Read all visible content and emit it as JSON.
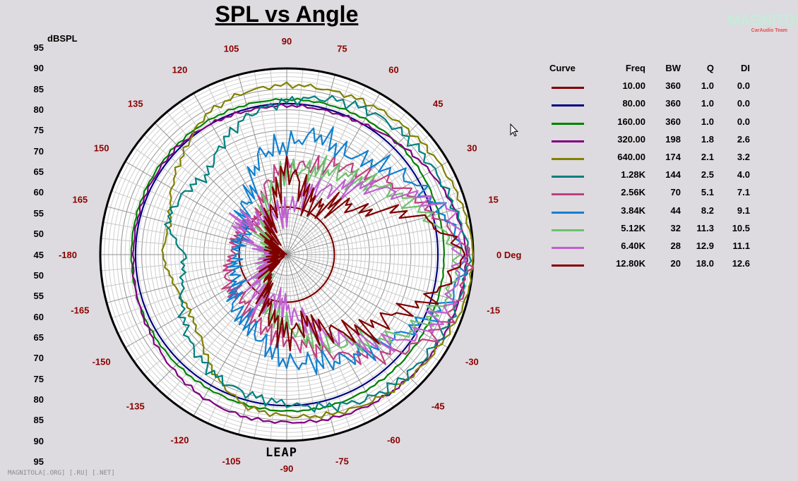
{
  "chart_data": {
    "type": "polar-line",
    "title": "SPL vs Angle",
    "radial_label": "dBSPL",
    "radial_range": [
      45,
      90
    ],
    "radial_ticks": [
      95,
      90,
      85,
      80,
      75,
      70,
      65,
      60,
      55,
      50,
      45,
      50,
      55,
      60,
      65,
      70,
      75,
      80,
      85,
      90,
      95
    ],
    "angle_labels": [
      "0 Deg",
      "15",
      "30",
      "45",
      "60",
      "75",
      "90",
      "105",
      "120",
      "135",
      "150",
      "165",
      "-180",
      "-165",
      "-150",
      "-135",
      "-120",
      "-105",
      "-90",
      "-75",
      "-60",
      "-45",
      "-30",
      "-15"
    ],
    "angles_deg": [
      0,
      15,
      30,
      45,
      60,
      75,
      90,
      105,
      120,
      135,
      150,
      165,
      180,
      -165,
      -150,
      -135,
      -120,
      -105,
      -90,
      -75,
      -60,
      -45,
      -30,
      -15
    ],
    "grid": true,
    "legend_position": "right",
    "legend_headers": {
      "curve": "Curve",
      "freq": "Freq",
      "bw": "BW",
      "q": "Q",
      "di": "DI"
    },
    "series": [
      {
        "freq": "10.00",
        "bw": "360",
        "q": "1.0",
        "di": "0.0",
        "color": "#800000",
        "values": [
          56.5,
          56.5,
          56.5,
          56.5,
          56.5,
          56.5,
          56.5,
          56.5,
          56.5,
          56.5,
          56.5,
          56.5,
          56.5,
          56.5,
          56.5,
          56.5,
          56.5,
          56.5,
          56.5,
          56.5,
          56.5,
          56.5,
          56.5,
          56.5
        ]
      },
      {
        "freq": "80.00",
        "bw": "360",
        "q": "1.0",
        "di": "0.0",
        "color": "#000080",
        "values": [
          81.5,
          81.5,
          81.5,
          81.5,
          81.5,
          81.5,
          81.5,
          81.5,
          81.5,
          81.5,
          81.5,
          81.5,
          81.5,
          81.5,
          81.5,
          81.5,
          81.5,
          81.5,
          81.5,
          81.5,
          81.5,
          81.5,
          81.5,
          81.5
        ]
      },
      {
        "freq": "160.00",
        "bw": "360",
        "q": "1.0",
        "di": "0.0",
        "color": "#008000",
        "values": [
          83,
          83,
          83,
          83,
          82.8,
          82.6,
          82.5,
          82.5,
          82.5,
          82.5,
          82.5,
          82.5,
          82.5,
          82.5,
          82.5,
          82.5,
          82.5,
          82.6,
          82.8,
          83,
          83,
          83,
          83,
          83
        ]
      },
      {
        "freq": "320.00",
        "bw": "198",
        "q": "1.8",
        "di": "2.6",
        "color": "#800080",
        "values": [
          88.5,
          87,
          85,
          83,
          81.5,
          81,
          81,
          81,
          81.5,
          82,
          82,
          82,
          82,
          82.5,
          83,
          84,
          85,
          85.5,
          85.5,
          86,
          86.5,
          87,
          87.5,
          88
        ]
      },
      {
        "freq": "640.00",
        "bw": "174",
        "q": "2.1",
        "di": "3.2",
        "color": "#808000",
        "values": [
          90,
          89,
          88,
          87,
          86.5,
          86,
          86,
          85.5,
          84,
          80,
          77,
          74,
          75,
          73,
          72,
          74,
          79,
          83,
          84,
          85,
          86,
          87,
          88,
          89.5
        ]
      },
      {
        "freq": "1.28K",
        "bw": "144",
        "q": "2.5",
        "di": "4.0",
        "color": "#008080",
        "values": [
          89,
          87,
          86,
          85.5,
          85,
          84,
          82,
          80,
          76,
          72,
          74,
          75,
          69.5,
          71,
          74,
          77,
          79,
          80,
          81,
          83,
          85,
          86,
          87,
          88
        ]
      },
      {
        "freq": "2.56K",
        "bw": "70",
        "q": "5.1",
        "di": "7.1",
        "color": "#c04080",
        "values": [
          89,
          82,
          77,
          72,
          70,
          67,
          66.5,
          63,
          57,
          56,
          57,
          58,
          58,
          60,
          61,
          60,
          62,
          64,
          65.5,
          68,
          73,
          79,
          85,
          88
        ]
      },
      {
        "freq": "3.84K",
        "bw": "44",
        "q": "8.2",
        "di": "9.1",
        "color": "#1080d0",
        "values": [
          88,
          84,
          80,
          76,
          73,
          75,
          71.5,
          70,
          62,
          60,
          56,
          57,
          57,
          58,
          59,
          63,
          64,
          67,
          71,
          72,
          74,
          76,
          80,
          86
        ]
      },
      {
        "freq": "5.12K",
        "bw": "32",
        "q": "11.3",
        "di": "10.5",
        "color": "#70c070",
        "values": [
          87,
          80,
          75,
          70,
          68,
          66,
          65,
          60,
          55,
          52,
          51,
          50,
          50,
          50,
          51,
          52,
          55,
          60,
          62,
          66,
          70,
          74,
          81,
          85
        ]
      },
      {
        "freq": "6.40K",
        "bw": "28",
        "q": "12.9",
        "di": "11.1",
        "color": "#c060d0",
        "values": [
          87,
          86,
          75,
          68,
          63,
          60,
          55,
          56,
          54,
          57,
          59,
          52,
          49,
          50,
          52,
          55,
          58,
          56,
          58,
          62,
          68,
          75,
          83,
          86
        ]
      },
      {
        "freq": "12.80K",
        "bw": "20",
        "q": "18.0",
        "di": "12.6",
        "color": "#800000",
        "values": [
          88,
          79,
          66,
          62,
          58,
          61,
          66,
          57,
          53,
          50,
          49,
          48,
          48,
          48,
          49,
          50,
          55,
          60,
          64.5,
          62,
          66,
          71,
          74,
          82
        ]
      }
    ]
  },
  "leap_logo": "LEAP",
  "watermark": "MAGNITOLA[.ORG] [.RU] [.NET]",
  "brand_logo": {
    "name": "MAGNITOLA",
    "subtitle": "CarAudio Team"
  }
}
